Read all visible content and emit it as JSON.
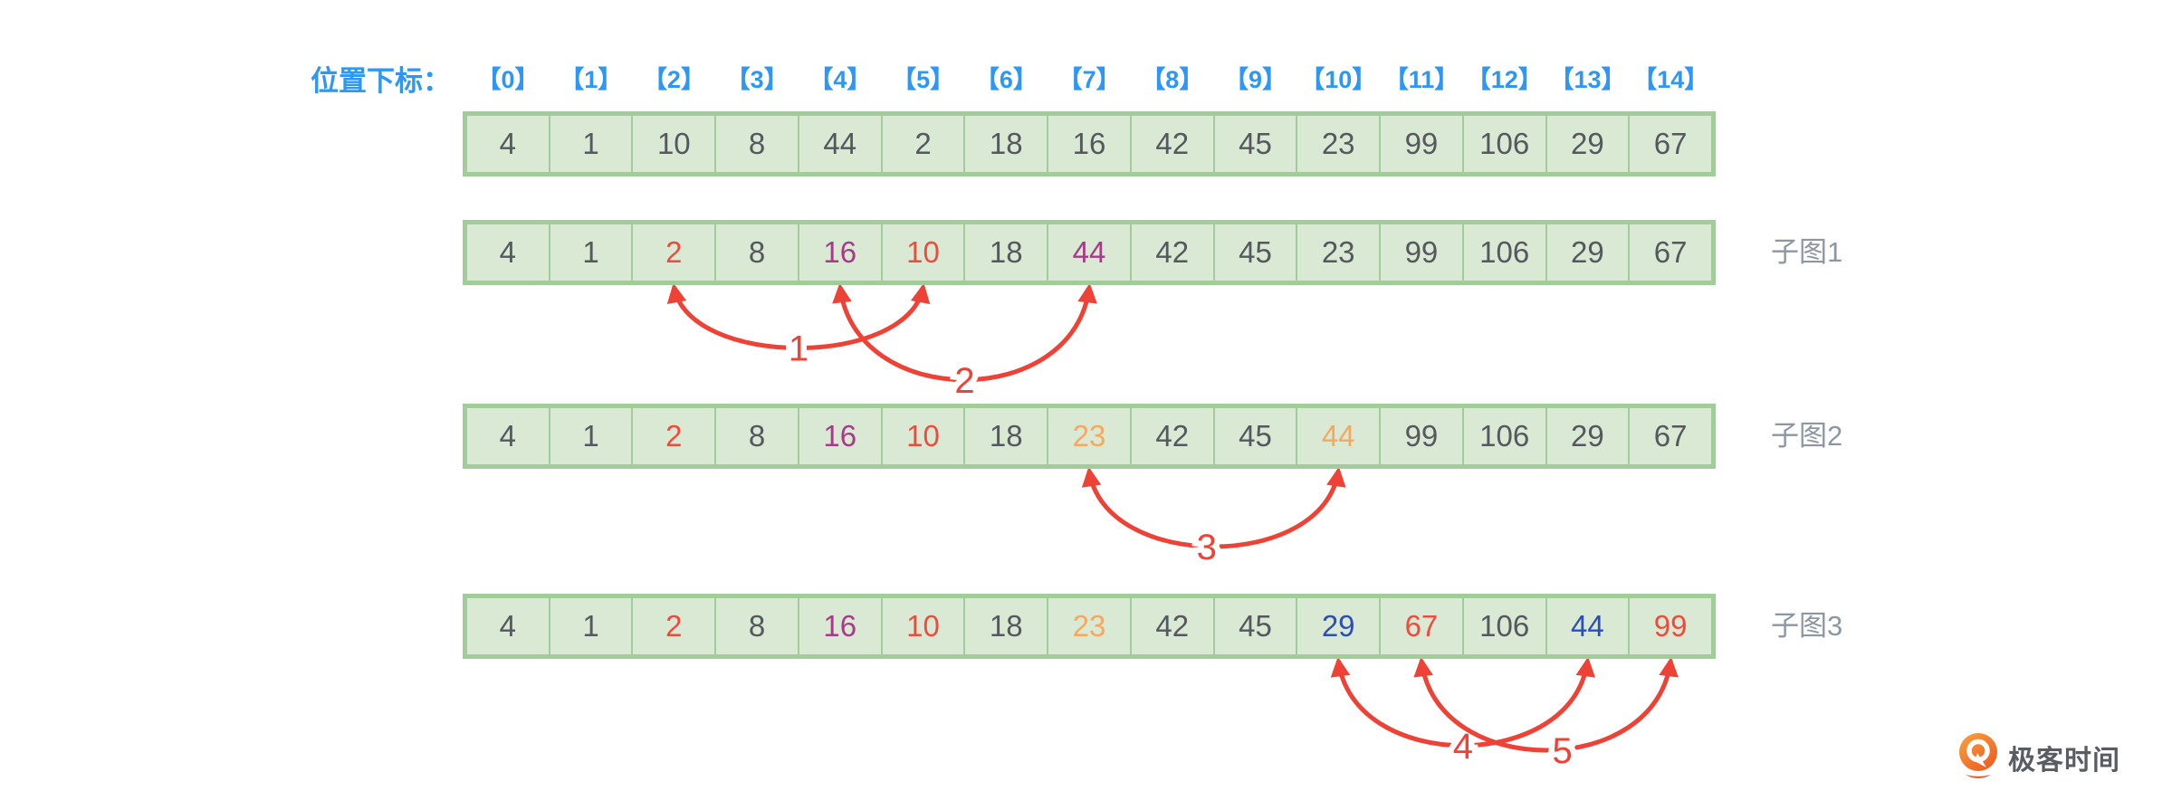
{
  "header": {
    "label": "位置下标：",
    "indices": [
      "【0】",
      "【1】",
      "【2】",
      "【3】",
      "【4】",
      "【5】",
      "【6】",
      "【7】",
      "【8】",
      "【9】",
      "【10】",
      "【11】",
      "【12】",
      "【13】",
      "【14】"
    ]
  },
  "rows": [
    {
      "label": "",
      "cells": [
        {
          "v": "4",
          "c": "default"
        },
        {
          "v": "1",
          "c": "default"
        },
        {
          "v": "10",
          "c": "default"
        },
        {
          "v": "8",
          "c": "default"
        },
        {
          "v": "44",
          "c": "default"
        },
        {
          "v": "2",
          "c": "default"
        },
        {
          "v": "18",
          "c": "default"
        },
        {
          "v": "16",
          "c": "default"
        },
        {
          "v": "42",
          "c": "default"
        },
        {
          "v": "45",
          "c": "default"
        },
        {
          "v": "23",
          "c": "default"
        },
        {
          "v": "99",
          "c": "default"
        },
        {
          "v": "106",
          "c": "default"
        },
        {
          "v": "29",
          "c": "default"
        },
        {
          "v": "67",
          "c": "default"
        }
      ]
    },
    {
      "label": "子图1",
      "cells": [
        {
          "v": "4",
          "c": "default"
        },
        {
          "v": "1",
          "c": "default"
        },
        {
          "v": "2",
          "c": "red"
        },
        {
          "v": "8",
          "c": "default"
        },
        {
          "v": "16",
          "c": "purple"
        },
        {
          "v": "10",
          "c": "red"
        },
        {
          "v": "18",
          "c": "default"
        },
        {
          "v": "44",
          "c": "purple"
        },
        {
          "v": "42",
          "c": "default"
        },
        {
          "v": "45",
          "c": "default"
        },
        {
          "v": "23",
          "c": "default"
        },
        {
          "v": "99",
          "c": "default"
        },
        {
          "v": "106",
          "c": "default"
        },
        {
          "v": "29",
          "c": "default"
        },
        {
          "v": "67",
          "c": "default"
        }
      ]
    },
    {
      "label": "子图2",
      "cells": [
        {
          "v": "4",
          "c": "default"
        },
        {
          "v": "1",
          "c": "default"
        },
        {
          "v": "2",
          "c": "red"
        },
        {
          "v": "8",
          "c": "default"
        },
        {
          "v": "16",
          "c": "purple"
        },
        {
          "v": "10",
          "c": "red"
        },
        {
          "v": "18",
          "c": "default"
        },
        {
          "v": "23",
          "c": "orange"
        },
        {
          "v": "42",
          "c": "default"
        },
        {
          "v": "45",
          "c": "default"
        },
        {
          "v": "44",
          "c": "orange"
        },
        {
          "v": "99",
          "c": "default"
        },
        {
          "v": "106",
          "c": "default"
        },
        {
          "v": "29",
          "c": "default"
        },
        {
          "v": "67",
          "c": "default"
        }
      ]
    },
    {
      "label": "子图3",
      "cells": [
        {
          "v": "4",
          "c": "default"
        },
        {
          "v": "1",
          "c": "default"
        },
        {
          "v": "2",
          "c": "red"
        },
        {
          "v": "8",
          "c": "default"
        },
        {
          "v": "16",
          "c": "purple"
        },
        {
          "v": "10",
          "c": "red"
        },
        {
          "v": "18",
          "c": "default"
        },
        {
          "v": "23",
          "c": "orange"
        },
        {
          "v": "42",
          "c": "default"
        },
        {
          "v": "45",
          "c": "default"
        },
        {
          "v": "29",
          "c": "blue"
        },
        {
          "v": "67",
          "c": "red"
        },
        {
          "v": "106",
          "c": "default"
        },
        {
          "v": "44",
          "c": "blue"
        },
        {
          "v": "99",
          "c": "red"
        }
      ]
    }
  ],
  "swaps": [
    {
      "label": "1",
      "row_index": 1,
      "from_index": 2,
      "to_index": 5
    },
    {
      "label": "2",
      "row_index": 1,
      "from_index": 4,
      "to_index": 7
    },
    {
      "label": "3",
      "row_index": 2,
      "from_index": 7,
      "to_index": 10
    },
    {
      "label": "4",
      "row_index": 3,
      "from_index": 10,
      "to_index": 13
    },
    {
      "label": "5",
      "row_index": 3,
      "from_index": 11,
      "to_index": 14
    }
  ],
  "logo": {
    "text": "极客时间"
  },
  "palette": {
    "header_blue": "#2e97f4",
    "cell_text": "#55585e",
    "cell_bg": "#d9e9d3",
    "cell_border": "#a3cc9b",
    "red": "#f04a3c",
    "purple": "#a83a8a",
    "orange": "#f6a860",
    "blue": "#2b4fb5",
    "arrow_red": "#ee4237",
    "side_label_gray": "#8d97a4",
    "logo_text_gray": "#595d63",
    "logo_orange_top": "#f9a43f",
    "logo_orange_bottom": "#ee5b22"
  }
}
